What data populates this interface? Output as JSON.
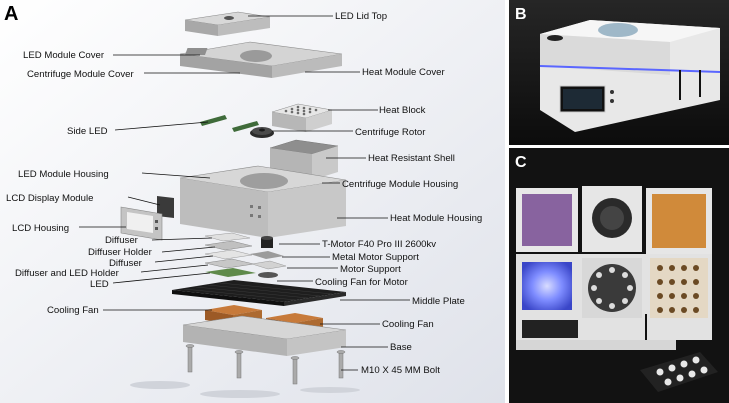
{
  "panels": {
    "a": {
      "letter": "A"
    },
    "b": {
      "letter": "B"
    },
    "c": {
      "letter": "C"
    }
  },
  "labels": [
    "LED Lid Top",
    "LED Module Cover",
    "Centrifuge Module Cover",
    "Heat Module Cover",
    "Heat Block",
    "Side LED",
    "Centrifuge Rotor",
    "Heat Resistant Shell",
    "LED Module Housing",
    "Centrifuge Module Housing",
    "LCD Display Module",
    "LCD Housing",
    "Heat Module Housing",
    "Diffuser",
    "Diffuser Holder",
    "Diffuser",
    "T-Motor F40 Pro III 2600kv",
    "Metal Motor Support",
    "Diffuser and LED Holder",
    "Motor Support",
    "LED",
    "Cooling Fan for Motor",
    "Middle Plate",
    "Cooling Fan",
    "Cooling Fan",
    "Base",
    "M10 X 45 MM Bolt"
  ],
  "colors": {
    "part_light": "#cfcfcf",
    "part_mid": "#a9a9a9",
    "part_dark": "#7c7c7c",
    "fan_orange": "#b8662e",
    "plate_black": "#1e1e1e",
    "pcb_green": "#3f6b3a",
    "photo_dark_bg": "#1a1a1a",
    "led_blue": "#5a6cff",
    "heat_orange": "#d08a3a"
  }
}
